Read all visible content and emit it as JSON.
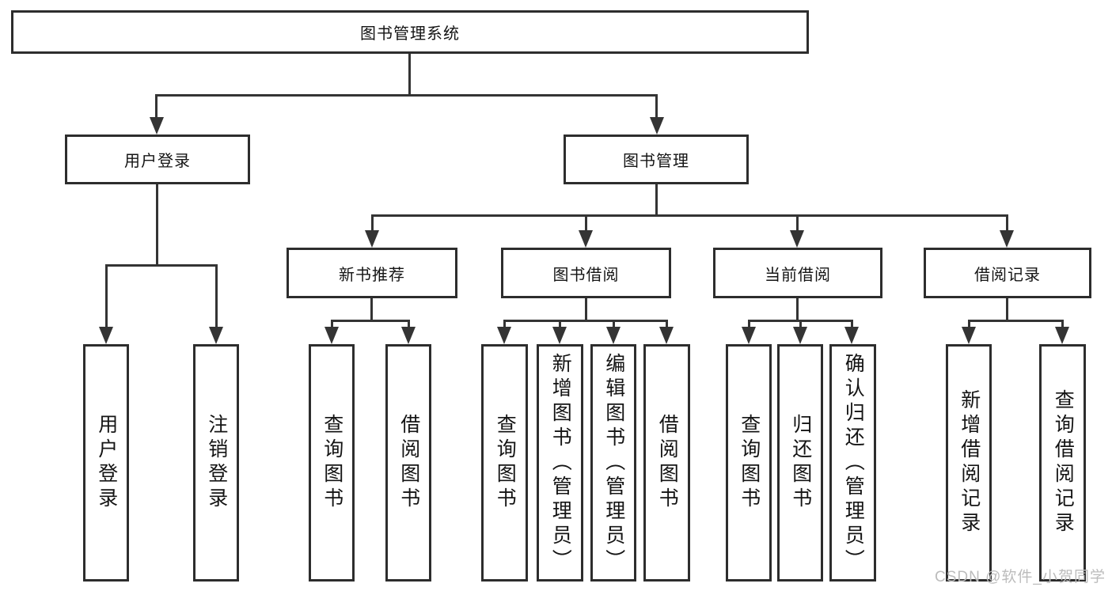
{
  "nodes": {
    "root": "图书管理系统",
    "user_login": "用户登录",
    "book_mgmt": "图书管理",
    "new_books": "新书推荐",
    "book_borrow": "图书借阅",
    "current_borrow": "当前借阅",
    "borrow_records": "借阅记录",
    "leaves": {
      "user_login": [
        "用户登录",
        "注销登录"
      ],
      "new_books": [
        "查询图书",
        "借阅图书"
      ],
      "book_borrow": [
        "查询图书",
        "新增图书（管理员）",
        "编辑图书（管理员）",
        "借阅图书"
      ],
      "current_borrow": [
        "查询图书",
        "归还图书",
        "确认归还（管理员）"
      ],
      "borrow_records": [
        "新增借阅记录",
        "查询借阅记录"
      ]
    }
  },
  "watermark": "CSDN @软件_小贺同学",
  "colors": {
    "line": "#343434",
    "border": "#2d2d2d",
    "text": "#141414",
    "watermark": "#bcbcbc",
    "background": "#ffffff"
  }
}
